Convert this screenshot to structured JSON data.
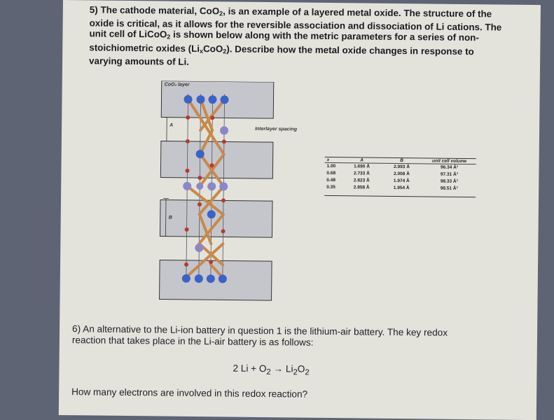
{
  "q5": {
    "number": "5)",
    "parts": [
      "The cathode material, CoO",
      "2",
      ", is an example of a layered metal oxide. The structure of the oxide is critical, as it allows for the reversible association and dissociation of Li cations. The unit cell of LiCoO",
      "2",
      " is shown below along with the metric parameters for a series of non-stoichiometric oxides (Li",
      "x",
      "CoO",
      "2",
      "). Describe how the metal oxide changes in response to varying amounts of Li."
    ]
  },
  "diagram": {
    "label_layer": "CoO₂ layer",
    "label_spacing": "Interlayer spacing",
    "label_a": "A",
    "label_b": "B"
  },
  "table": {
    "headers": [
      "x",
      "A",
      "B",
      "unit cell volume"
    ],
    "rows": [
      [
        "1.00",
        "1.690 Å",
        "2.993 Å",
        "96.34 Å³"
      ],
      [
        "0.68",
        "2.733 Å",
        "2.008 Å",
        "97.31 Å³"
      ],
      [
        "0.48",
        "2.823 Å",
        "1.974 Å",
        "98.33 Å³"
      ],
      [
        "0.35",
        "2.858 Å",
        "1.954 Å",
        "98.51 Å³"
      ]
    ]
  },
  "q6": {
    "number": "6)",
    "text": "An alternative to the Li-ion battery in question 1 is the lithium-air battery. The key redox reaction that takes place in the Li-air battery is as follows:",
    "equation_parts": [
      "2 Li + O",
      "2",
      " → Li",
      "2",
      "O",
      "2"
    ],
    "question": "How many electrons are involved in this redox reaction?"
  },
  "colors": {
    "cobalt": "#3a62c9",
    "oxygen": "#b33b32",
    "lithium": "#8a87c8",
    "bond": "#c8894a"
  }
}
